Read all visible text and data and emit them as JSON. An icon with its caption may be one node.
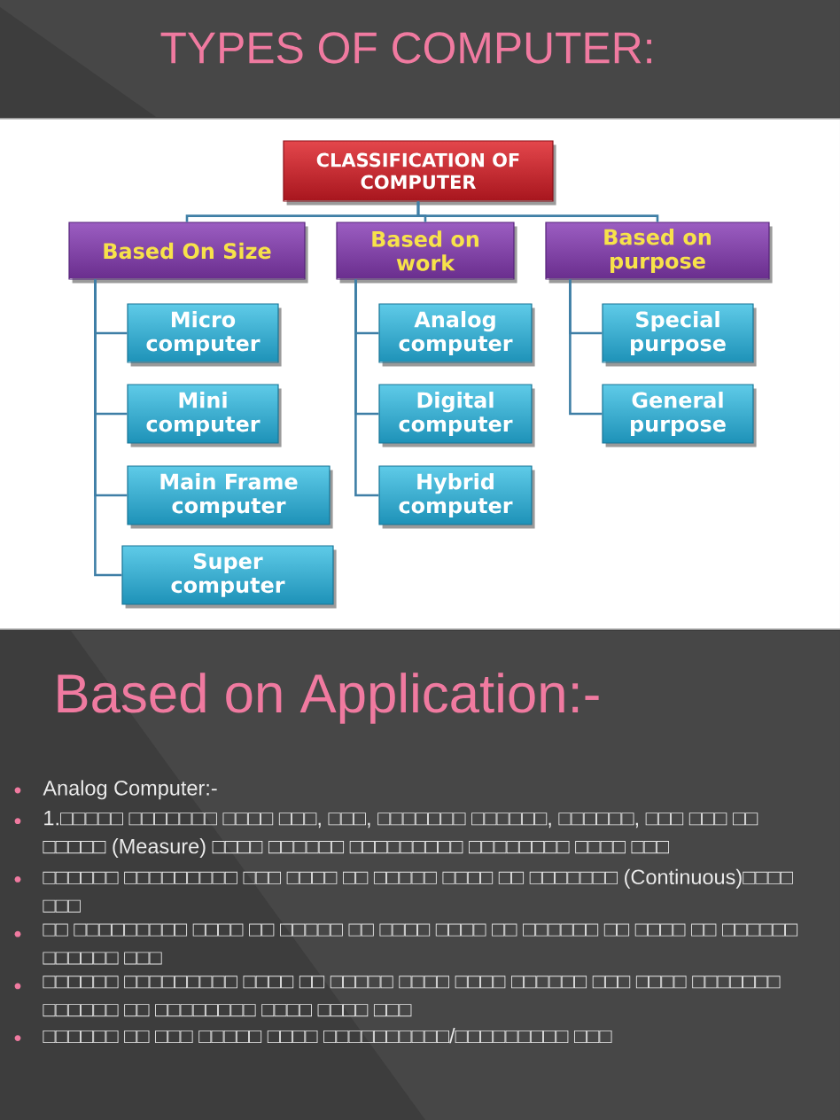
{
  "diagram": {
    "title": "TYPES OF COMPUTER:",
    "nodes": [
      {
        "text": [
          "CLASSIFICATION OF COMPUTER"
        ]
      },
      {
        "text": [
          "Based On Size"
        ]
      },
      {
        "text": [
          "Based on work"
        ]
      },
      {
        "text": [
          "Based on purpose"
        ]
      },
      {
        "text": [
          "Micro computer"
        ]
      },
      {
        "text": [
          "Mini computer"
        ]
      },
      {
        "text": [
          "Main Frame computer"
        ]
      },
      {
        "text": [
          "Super computer"
        ]
      },
      {
        "text": [
          "Analog computer"
        ]
      },
      {
        "text": [
          "Digital computer"
        ]
      },
      {
        "text": [
          "Hybrid computer"
        ]
      },
      {
        "text": [
          "Special purpose"
        ]
      },
      {
        "text": [
          "General purpose"
        ]
      }
    ],
    "edges": [
      {
        "from": 0,
        "to": 1,
        "arrow": "none"
      },
      {
        "from": 0,
        "to": 2,
        "arrow": "none"
      },
      {
        "from": 0,
        "to": 3,
        "arrow": "none"
      },
      {
        "from": 1,
        "to": 4,
        "arrow": "none"
      },
      {
        "from": 1,
        "to": 5,
        "arrow": "none"
      },
      {
        "from": 1,
        "to": 6,
        "arrow": "none"
      },
      {
        "from": 1,
        "to": 7,
        "arrow": "none"
      },
      {
        "from": 2,
        "to": 8,
        "arrow": "none"
      },
      {
        "from": 2,
        "to": 9,
        "arrow": "none"
      },
      {
        "from": 2,
        "to": 10,
        "arrow": "none"
      },
      {
        "from": 3,
        "to": 11,
        "arrow": "none"
      },
      {
        "from": 3,
        "to": 12,
        "arrow": "none"
      }
    ],
    "labels": [
      "Based on Application:-",
      "Analog Computer:-",
      "1.□□□□□ □□□□□□□ □□□□ □□□, □□□, □□□□□□□ □□□□□□, □□□□□□, □□□ □□□ □□ □□□□□ (Measure) □□□□ □□□□□□ □□□□□□□□□ □□□□□□□□ □□□□ □□□",
      "□□□□□□ □□□□□□□□□ □□□ □□□□ □□ □□□□□ □□□□ □□ □□□□□□□ (Continuous)□□□□ □□□",
      "□□ □□□□□□□□□ □□□□ □□ □□□□□ □□ □□□□ □□□□ □□ □□□□□□ □□ □□□□ □□ □□□□□□ □□□□□□ □□□",
      "□□□□□□ □□□□□□□□□ □□□□ □□ □□□□□ □□□□ □□□□ □□□□□□ □□□ □□□□ □□□□□□□ □□□□□□ □□ □□□□□□□□ □□□□ □□□□ □□□",
      "□□□□□□ □□ □□□ □□□□□ □□□□ □□□□□□□□□□/□□□□□□□□□ □□□"
    ]
  }
}
